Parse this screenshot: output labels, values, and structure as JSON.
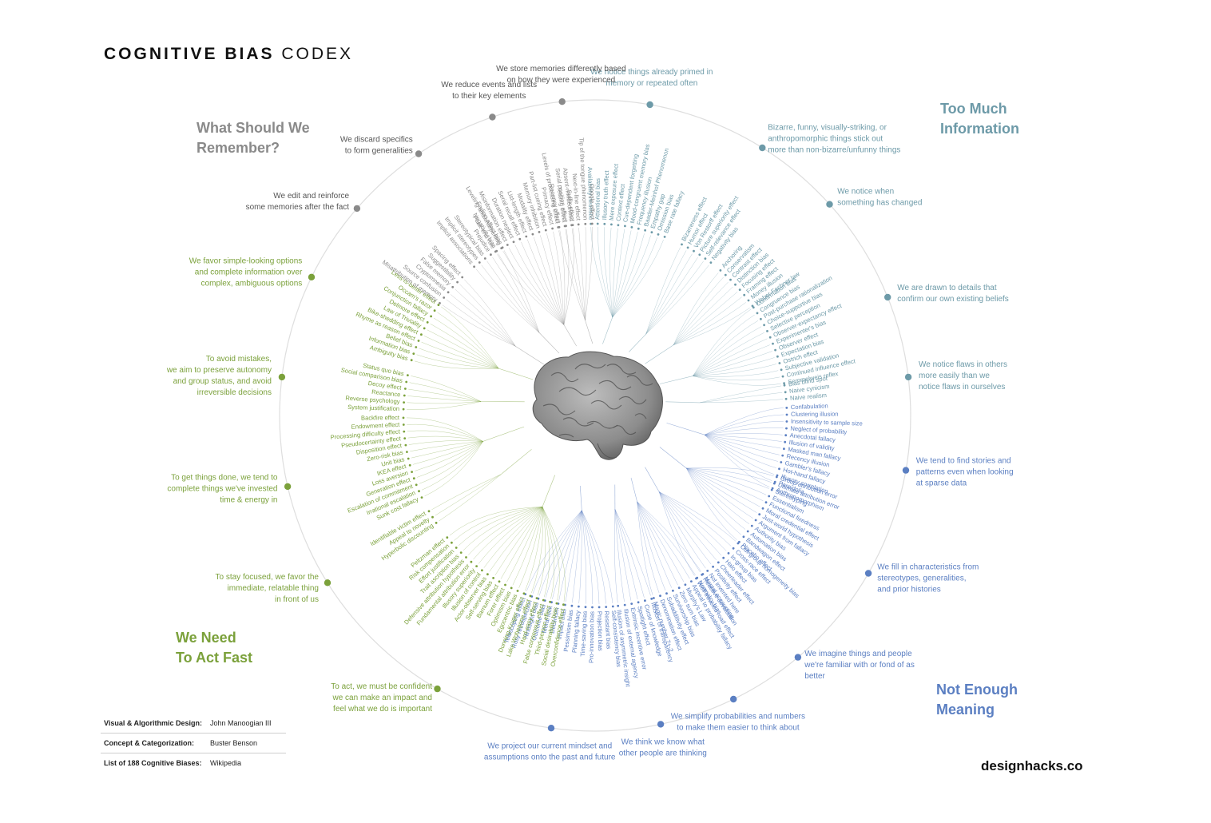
{
  "title": {
    "bold": "COGNITIVE BIAS",
    "light": "CODEX"
  },
  "quadrant_titles": {
    "remember": [
      "What Should We",
      "Remember?"
    ],
    "info": [
      "Too Much",
      "Information"
    ],
    "fast": [
      "We Need",
      "To Act Fast"
    ],
    "meaning": [
      "Not Enough",
      "Meaning"
    ]
  },
  "colors": {
    "remember": "#8a8a8a",
    "info": "#6d9aa8",
    "meaning": "#5b7fc2",
    "fast": "#7ba13b",
    "ring": "#dadada"
  },
  "credits": [
    {
      "key": "Visual & Algorithmic Design:",
      "value": "John Manoogian III"
    },
    {
      "key": "Concept & Categorization:",
      "value": "Buster Benson"
    },
    {
      "key": "List of 188 Cognitive Biases:",
      "value": "Wikipedia"
    }
  ],
  "website": "designhacks.co",
  "groups": [
    {
      "q": "info",
      "angle": -80,
      "hub": [
        0.52,
        0.62
      ],
      "side": "r",
      "caption": [
        "We notice things already primed in",
        "memory or repeated often"
      ],
      "biases": [
        "Availability heuristic",
        "Attentional bias",
        "Illusory truth effect",
        "Mere exposure effect",
        "Context effect",
        "Cue-dependent forgetting",
        "Mood-congruent memory bias",
        "Frequency illusion",
        "Baader-Meinhof Phenomenon",
        "Empathy gap",
        "Omission bias",
        "Base rate fallacy"
      ]
    },
    {
      "q": "info",
      "angle": -58,
      "hub": [
        0.5,
        0.64
      ],
      "side": "r",
      "caption": [
        "Bizarre, funny, visually-striking, or",
        "anthropomorphic things stick out",
        "more than non-bizarre/unfunny things"
      ],
      "biases": [
        "Bizarreness effect",
        "Humor effect",
        "Von Restorff effect",
        "Picture superiority effect",
        "Self-relevance effect",
        "Negativity bias"
      ]
    },
    {
      "q": "info",
      "angle": -42,
      "hub": [
        0.55,
        0.62
      ],
      "side": "r",
      "caption": [
        "We notice when",
        "something has changed"
      ],
      "biases": [
        "Anchoring",
        "Conservatism",
        "Contrast effect",
        "Distinction bias",
        "Focusing effect",
        "Framing effect",
        "Money illusion",
        "Weber-Fechner law"
      ]
    },
    {
      "q": "info",
      "angle": -22,
      "hub": [
        0.55,
        0.64
      ],
      "side": "r",
      "caption": [
        "We are drawn to details that",
        "confirm our own existing beliefs"
      ],
      "biases": [
        "Confirmation bias",
        "Congruence bias",
        "Post-purchase rationalization",
        "Choice-supportive bias",
        "Selective perception",
        "Observer-expectancy effect",
        "Experimenter's bias",
        "Observer effect",
        "Expectation bias",
        "Ostrich effect",
        "Subjective validation",
        "Continued influence effect",
        "Semmelweis reflex"
      ]
    },
    {
      "q": "info",
      "angle": -7,
      "hub": [
        0.55,
        0.66
      ],
      "side": "r",
      "caption": [
        "We notice flaws in others",
        "more easily than we",
        "notice flaws in ourselves"
      ],
      "biases": [
        "Bias blind spot",
        "Naive cynicism",
        "Naive realism"
      ]
    },
    {
      "q": "meaning",
      "angle": 10,
      "hub": [
        0.58,
        0.68
      ],
      "side": "r",
      "caption": [
        "We tend to find stories and",
        "patterns even when looking",
        "at sparse data"
      ],
      "biases": [
        "Confabulation",
        "Clustering illusion",
        "Insensitivity to sample size",
        "Neglect of probability",
        "Anecdotal fallacy",
        "Illusion of validity",
        "Masked man fallacy",
        "Recency illusion",
        "Gambler's fallacy",
        "Hot-hand fallacy",
        "Illusory correlation",
        "Pareidolia",
        "Anthropomorphism"
      ]
    },
    {
      "q": "meaning",
      "angle": 30,
      "hub": [
        0.55,
        0.64
      ],
      "side": "r",
      "caption": [
        "We fill in characteristics from",
        "stereotypes, generalities,",
        "and prior histories"
      ],
      "biases": [
        "Group attribution error",
        "Ultimate attribution error",
        "Stereotyping",
        "Essentialism",
        "Functional fixedness",
        "Moral credential effect",
        "Just-world hypothesis",
        "Argument from fallacy",
        "Authority bias",
        "Automation bias",
        "Bandwagon effect",
        "Placebo effect"
      ]
    },
    {
      "q": "meaning",
      "angle": 50,
      "hub": [
        0.52,
        0.62
      ],
      "side": "r",
      "caption": [
        "We imagine things and people",
        "we're familiar with or fond of as",
        "better"
      ],
      "biases": [
        "Out-group homogeneity bias",
        "Cross-race effect",
        "In-group bias",
        "Halo effect",
        "Cheerleader effect",
        "Positivity effect",
        "Not invented here",
        "Reactive devaluation",
        "Well-traveled road effect"
      ]
    },
    {
      "q": "meaning",
      "angle": 64,
      "hub": [
        0.5,
        0.64
      ],
      "side": "r",
      "caption": [
        "We simplify probabilities and numbers",
        "to make them easier to think about"
      ],
      "biases": [
        "Mental accounting",
        "Normalcy bias",
        "Appeal to probability fallacy",
        "Murphy's Law",
        "Zero sum bias",
        "Survivorship bias",
        "Subadditivity effect",
        "Denomination effect",
        "Magic number 7+-2"
      ]
    },
    {
      "q": "meaning",
      "angle": 78,
      "hub": [
        0.5,
        0.62
      ],
      "side": "r",
      "caption": [
        "We think we know what",
        "other people are thinking"
      ],
      "biases": [
        "Illusion of transparency",
        "Curse of knowledge",
        "Spotlight effect",
        "Extrinsic incentive error",
        "Illusion of external agency",
        "Illusion of asymmetric insight"
      ]
    },
    {
      "q": "meaning",
      "angle": 98,
      "hub": [
        0.5,
        0.62
      ],
      "side": "l",
      "caption": [
        "We project our current mindset and",
        "assumptions onto the past and future"
      ],
      "biases": [
        "Self-consistency bias",
        "Resistant bias",
        "Projection bias",
        "Pro-innovation bias",
        "Time-saving bias",
        "Planning fallacy",
        "Pessimism bias",
        "Impact bias",
        "Declinism",
        "Moral luck",
        "Outcome bias",
        "Hindsight bias",
        "Rosy retrospection",
        "Telescoping effect"
      ]
    },
    {
      "q": "fast",
      "angle": 120,
      "hub": [
        0.55,
        0.6
      ],
      "side": "l",
      "caption": [
        "To act, we must be confident",
        "we can make an impact and",
        "feel what we do is important"
      ],
      "biases": [
        "Overconfidence effect",
        "Social desirability bias",
        "Third-person effect",
        "False consensus effect",
        "Hard-easy effect",
        "Lake Wobegone effect",
        "Dunning-Kruger effect",
        "Egocentric bias",
        "Optimism bias",
        "Forer effect",
        "Barnum effect",
        "Self-serving bias",
        "Actor-observer bias",
        "Illusion of control",
        "Illusory superiority",
        "Fundamental attribution error",
        "Defensive attribution hypothesis",
        "Trait ascription bias",
        "Effort justification",
        "Risk compensation",
        "Peltzman effect"
      ]
    },
    {
      "q": "fast",
      "angle": 148,
      "hub": [
        0.58,
        0.62
      ],
      "side": "l",
      "caption": [
        "To stay focused, we favor the",
        "immediate, relatable thing",
        "in front of us"
      ],
      "biases": [
        "Hyperbolic discounting",
        "Appeal to novelty",
        "Identifiable victim effect"
      ]
    },
    {
      "q": "fast",
      "angle": 167,
      "hub": [
        0.6,
        0.62
      ],
      "side": "l",
      "caption": [
        "To get things done, we tend to",
        "complete things we've invested",
        "time & energy in"
      ],
      "biases": [
        "Sunk cost fallacy",
        "Irrational escalation",
        "Escalation of commitment",
        "Generation effect",
        "Loss aversion",
        "IKEA effect",
        "Unit bias",
        "Zero-risk bias",
        "Disposition effect",
        "Pseudocertainty effect",
        "Processing difficulty effect",
        "Endowment effect",
        "Backfire effect"
      ]
    },
    {
      "q": "fast",
      "angle": 187,
      "hub": [
        0.6,
        0.64
      ],
      "side": "l",
      "caption": [
        "To avoid mistakes,",
        "we aim to preserve autonomy",
        "and group status, and avoid",
        "irreversible decisions"
      ],
      "biases": [
        "System justification",
        "Reverse psychology",
        "Reactance",
        "Decoy effect",
        "Social comparison bias",
        "Status quo bias"
      ]
    },
    {
      "q": "fast",
      "angle": 206,
      "hub": [
        0.56,
        0.64
      ],
      "side": "l",
      "caption": [
        "We favor simple-looking options",
        "and complete information over",
        "complex, ambiguous options"
      ],
      "biases": [
        "Ambiguity bias",
        "Information bias",
        "Belief bias",
        "Rhyme as reason effect",
        "Bike-shedding effect",
        "Law of Triviality",
        "Delmore effect",
        "Conjunction fallacy",
        "Occam's razor",
        "Less-is-better effect"
      ]
    },
    {
      "q": "remember",
      "angle": 221,
      "hub": [
        0.55,
        0.62
      ],
      "side": "l",
      "caption": [
        "We edit and reinforce",
        "some memories after the fact"
      ],
      "biases": [
        "Misattribution of memory",
        "Source confusion",
        "Cryptomnesia",
        "False memory",
        "Suggestibility",
        "Spacing effect"
      ]
    },
    {
      "q": "remember",
      "angle": 236,
      "hub": [
        0.52,
        0.62
      ],
      "side": "l",
      "caption": [
        "We discard specifics",
        "to form generalities"
      ],
      "biases": [
        "Implicit associations",
        "Implicit stereotypes",
        "Stereotypical bias",
        "Prejudice",
        "Negativity bias",
        "Fading affect bias"
      ]
    },
    {
      "q": "remember",
      "angle": 251,
      "hub": [
        0.5,
        0.62
      ],
      "side": "l",
      "caption": [
        "We reduce events and lists",
        "to their key elements"
      ],
      "biases": [
        "Peak-end rule",
        "Leveling and sharpening",
        "Misinformation effect",
        "Duration neglect",
        "Serial recall effect",
        "List-length effect",
        "Modality effect",
        "Memory inhibition",
        "Part-list cueing effect",
        "Primacy effect",
        "Recency effect",
        "Serial position effect",
        "Suffix effect"
      ]
    },
    {
      "q": "remember",
      "angle": 264,
      "hub": [
        0.5,
        0.62
      ],
      "side": "l",
      "caption": [
        "We store memories differently based",
        "on how they were experienced"
      ],
      "biases": [
        "Levels of processing effect",
        "Testing effect",
        "Absent-mindedness",
        "Next-in-line effect",
        "Tip of the tongue phenomenon",
        "Google effect"
      ]
    }
  ]
}
